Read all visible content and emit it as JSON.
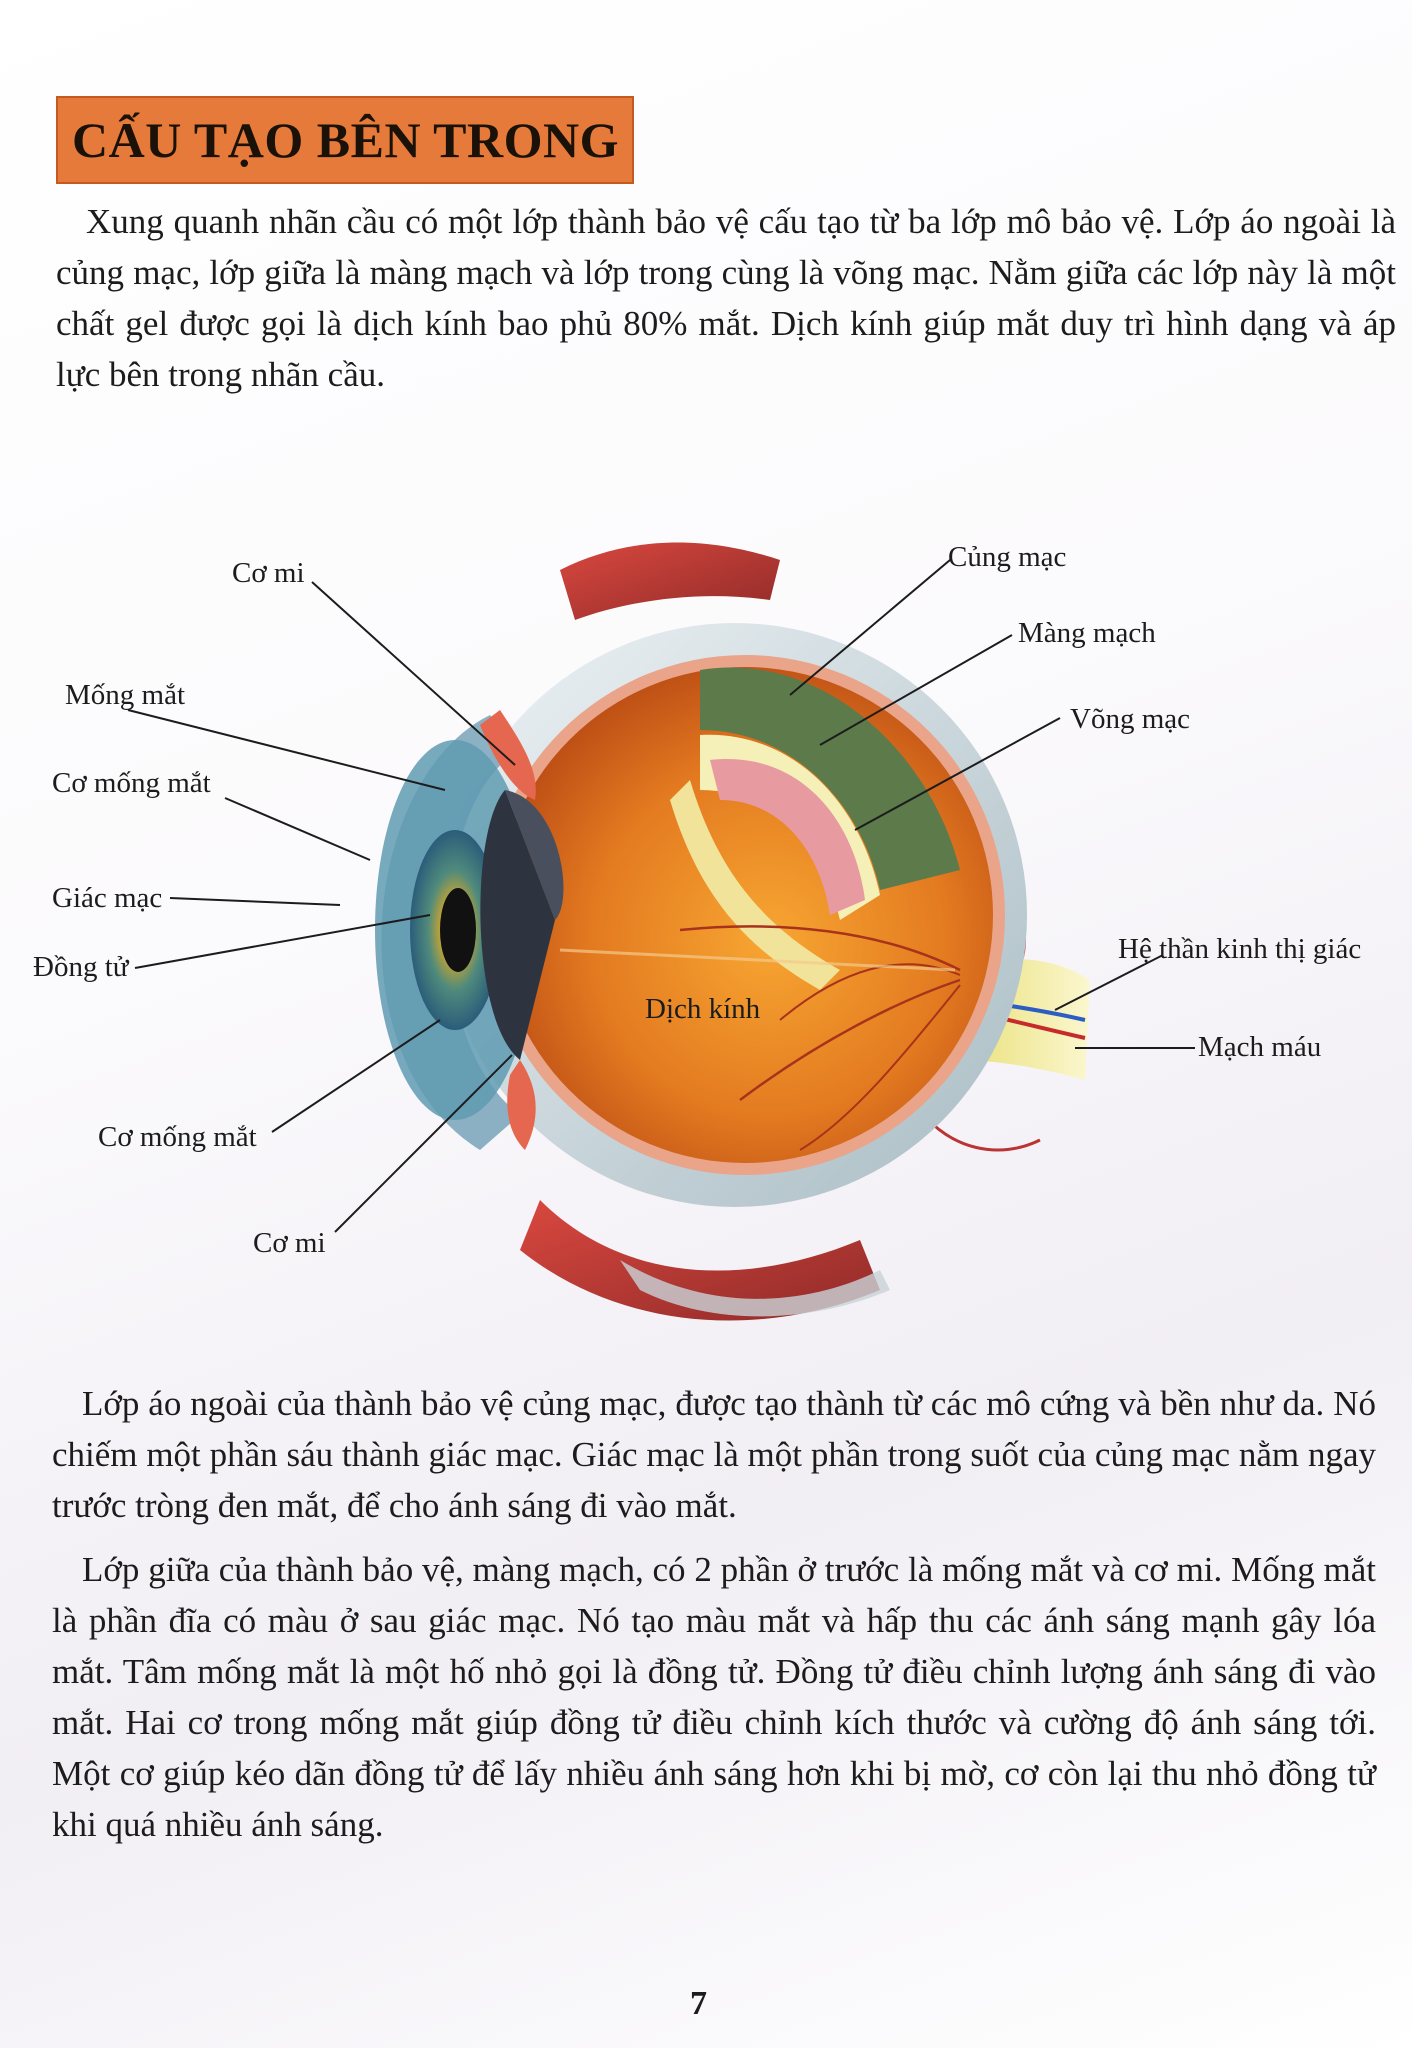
{
  "page": {
    "title": "CẤU TẠO BÊN TRONG",
    "intro": "Xung quanh nhãn cầu có một lớp thành bảo vệ cấu tạo từ ba lớp mô bảo vệ. Lớp áo ngoài là củng mạc, lớp giữa là màng mạch và lớp trong cùng là võng mạc. Nằm giữa các lớp này là một chất gel được gọi là dịch kính bao phủ 80% mắt. Dịch kính giúp mắt duy trì hình dạng và áp lực bên trong nhãn cầu.",
    "paragraph_2": "Lớp áo ngoài của thành bảo vệ củng mạc, được tạo thành từ các mô cứng và bền như da. Nó chiếm một phần sáu thành giác mạc. Giác mạc là một phần trong suốt của củng mạc nằm ngay trước tròng đen mắt, để cho ánh sáng đi vào mắt.",
    "paragraph_3": "Lớp giữa của thành bảo vệ, màng mạch, có 2 phần ở trước là mống mắt và cơ mi. Mống mắt là phần đĩa có màu ở sau giác mạc. Nó tạo màu mắt và hấp thu các ánh sáng mạnh gây lóa mắt. Tâm mống mắt là một hố nhỏ gọi là đồng tử. Đồng tử điều chỉnh lượng ánh sáng đi vào mắt. Hai cơ trong mống mắt giúp đồng tử điều chỉnh kích thước và cường độ ánh sáng tới. Một cơ giúp kéo dãn đồng tử để lấy nhiều ánh sáng hơn khi bị mờ, cơ còn lại thu nhỏ đồng tử khi quá nhiều ánh sáng.",
    "page_number": "7"
  },
  "diagram": {
    "labels": {
      "co_mi_top": "Cơ mi",
      "mong_mat": "Mống mắt",
      "co_mong_mat_top": "Cơ mống mắt",
      "giac_mac": "Giác mạc",
      "dong_tu": "Đồng tử",
      "co_mong_mat_bottom": "Cơ mống mắt",
      "co_mi_bottom": "Cơ mi",
      "cung_mac": "Củng mạc",
      "mang_mach": "Màng mạch",
      "vong_mac": "Võng mạc",
      "dich_kinh": "Dịch kính",
      "he_than_kinh": "Hệ thần kinh thị giác",
      "mach_mau": "Mạch máu"
    }
  }
}
